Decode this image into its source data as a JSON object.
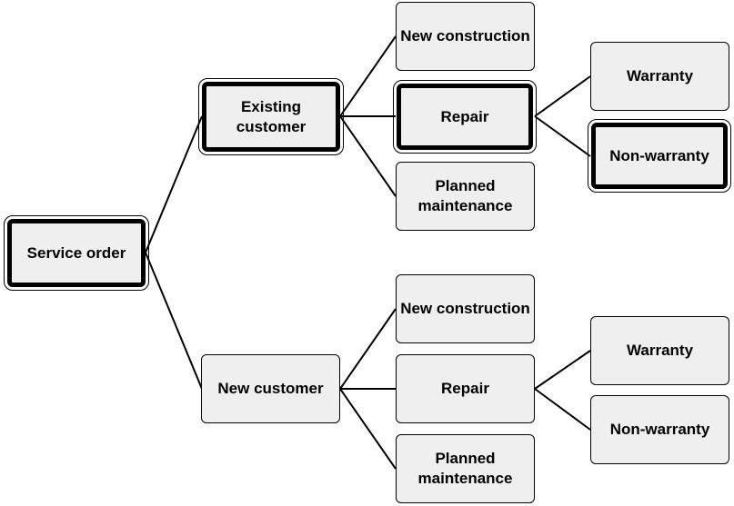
{
  "nodes": {
    "service_order": "Service order",
    "existing_customer": "Existing customer",
    "new_customer": "New customer",
    "ex_new_construction": "New construction",
    "ex_repair": "Repair",
    "ex_planned_maintenance": "Planned maintenance",
    "ex_warranty": "Warranty",
    "ex_non_warranty": "Non-warranty",
    "nc_new_construction": "New construction",
    "nc_repair": "Repair",
    "nc_planned_maintenance": "Planned maintenance",
    "nc_warranty": "Warranty",
    "nc_non_warranty": "Non-warranty"
  },
  "highlighted_path": [
    "Service order",
    "Existing customer",
    "Repair",
    "Non-warranty"
  ],
  "colors": {
    "box_fill": "#efefef",
    "line": "#000000",
    "text": "#000000"
  }
}
